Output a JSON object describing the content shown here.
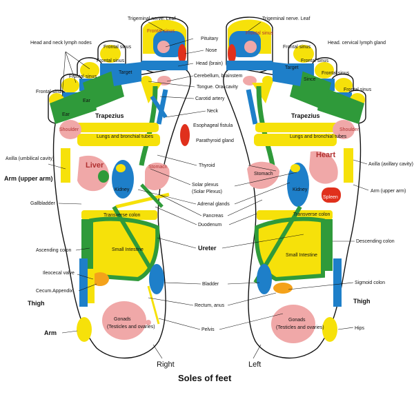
{
  "title": "Soles of feet",
  "feet": {
    "right": "Right",
    "left": "Left"
  },
  "labels": {
    "trigeminal_right": "Trigeminal nerve. Leaf",
    "trigeminal_left": "Trigeminal nerve. Leaf",
    "frontal_sinus": "Frontal sinus",
    "frontal_sinus_b": "Frontal sinus",
    "head_neck_lymph": "Head and neck lymph nodes",
    "head_cervical_lymph": "Head. cervical lymph gland",
    "target": "Target",
    "ear": "Ear",
    "trapezius": "Trapezius",
    "shoulder": "Shoulder",
    "lungs": "Lungs and bronchial tubes",
    "axilla_right": "Axilla (umbilical cavity)",
    "axilla_left": "Axilla (axillary cavity)",
    "arm_upper_right": "Arm (upper arm)",
    "arm_upper_left": "Arm (upper arm)",
    "liver": "Liver",
    "heart": "Heart",
    "kidney": "Kidney",
    "gallbladder": "Gallbladder",
    "stomach": "Stomach",
    "spleen": "Spleen",
    "transverse_colon": "Transverse colon",
    "ascending_colon": "Ascending colon",
    "descending_colon": "Descending colon",
    "small_intestine": "Small Intestine",
    "ileocecal": "Ileocecal valve",
    "cecum": "Cecum.Appendix",
    "sigmoid": "Sigmoid colon",
    "thigh": "Thigh",
    "arm": "Arm",
    "hips": "Hips",
    "gonads": "Gonads",
    "gonads_sub": "(Testicles and ovaries)",
    "pituitary": "Pituitary",
    "nose": "Nose",
    "head_brain": "Head (brain)",
    "cerebellum": "Cerebellum, brainstem",
    "tongue": "Tongue. Oral cavity",
    "carotid": "Carotid artery",
    "neck": "Neck",
    "esophageal": "Esophageal fistula",
    "parathyroid": "Parathyroid gland",
    "thyroid": "Thyroid",
    "solar_plexus": "Solar plexus",
    "solar_plexus_sub": "(Solar Plexus)",
    "adrenal": "Adrenal glands",
    "pancreas": "Pancreas",
    "duodenum": "Duodenum",
    "ureter": "Ureter",
    "bladder": "Bladder",
    "rectum": "Rectum, anus",
    "pelvis": "Pelvis",
    "since": "Since"
  },
  "colors": {
    "yellow": "#f6e10a",
    "blue": "#1e7fc9",
    "green": "#2f9a3a",
    "pink": "#f0a8a8",
    "red": "#e0301c",
    "orange": "#f4a21a"
  }
}
